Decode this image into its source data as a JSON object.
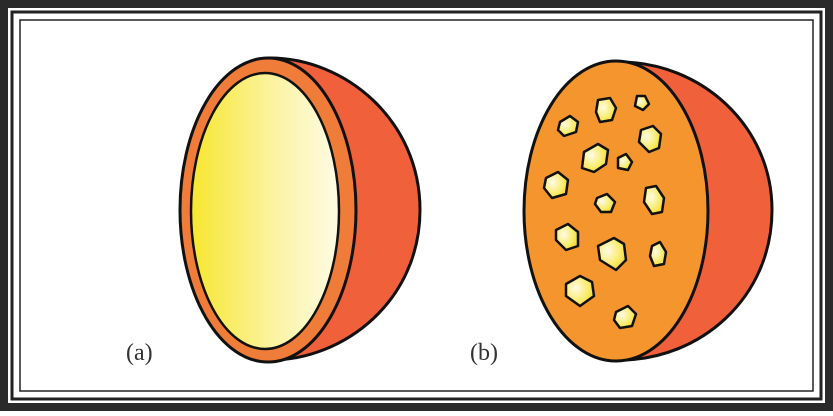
{
  "figure": {
    "panels": [
      {
        "id": "a",
        "label": "(a)"
      },
      {
        "id": "b",
        "label": "(b)"
      }
    ]
  },
  "colors": {
    "frame": "#222222",
    "paper": "#ffffff",
    "rim": "#f07c3a",
    "shell": "#f0603a",
    "cut_face": "#f5952e",
    "core_light": "#fffbe0",
    "core_yellow": "#f7e62e",
    "outline": "#111111"
  }
}
